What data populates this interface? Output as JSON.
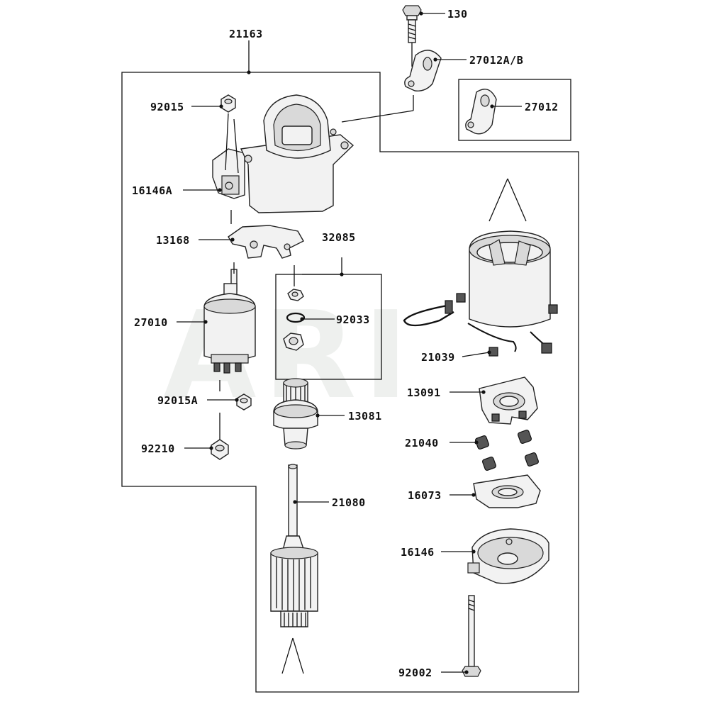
{
  "watermark": "ARI",
  "callouts": {
    "p130": "130",
    "p21163": "21163",
    "p27012AB": "27012A/B",
    "p27012": "27012",
    "p92015": "92015",
    "p16146A": "16146A",
    "p13168": "13168",
    "p32085": "32085",
    "p27010": "27010",
    "p92033": "92033",
    "p21039": "21039",
    "p13091": "13091",
    "p92015A": "92015A",
    "p13081": "13081",
    "p21040": "21040",
    "p92210": "92210",
    "p16073": "16073",
    "p21080": "21080",
    "p16146": "16146",
    "p92002": "92002"
  }
}
